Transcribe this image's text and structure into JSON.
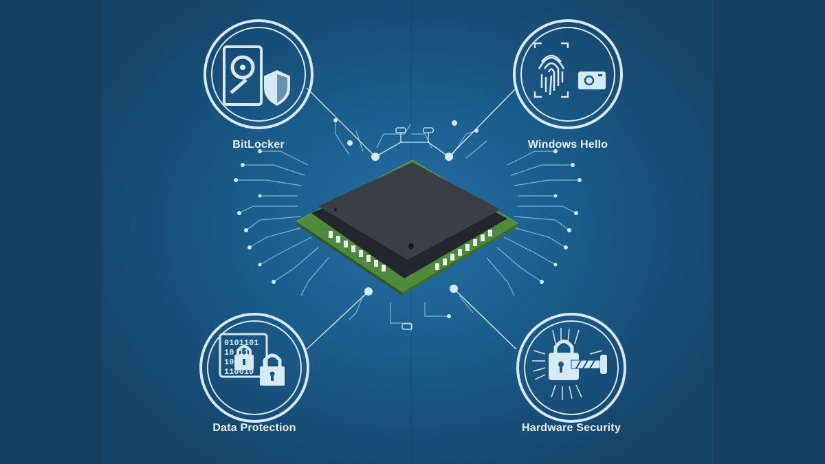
{
  "features": [
    {
      "id": "bitlocker",
      "label": "BitLocker",
      "icon": "hard-drive-shield-icon"
    },
    {
      "id": "windows-hello",
      "label": "Windows Hello",
      "icon": "fingerprint-camera-icon"
    },
    {
      "id": "data-protection",
      "label": "Data Protection",
      "icon": "binary-padlock-icon"
    },
    {
      "id": "hardware-security",
      "label": "Hardware Security",
      "icon": "circuit-padlock-icon"
    }
  ],
  "binary_rows": [
    "0101101",
    "10   11",
    "10   1",
    "110010"
  ],
  "center": {
    "icon": "tpm-chip-icon"
  },
  "colors": {
    "background": "#153e5f",
    "glow": "#2470a4",
    "line": "#d6eaf5",
    "chip": "#3a3d42",
    "pcb": "#4f8a3c"
  }
}
